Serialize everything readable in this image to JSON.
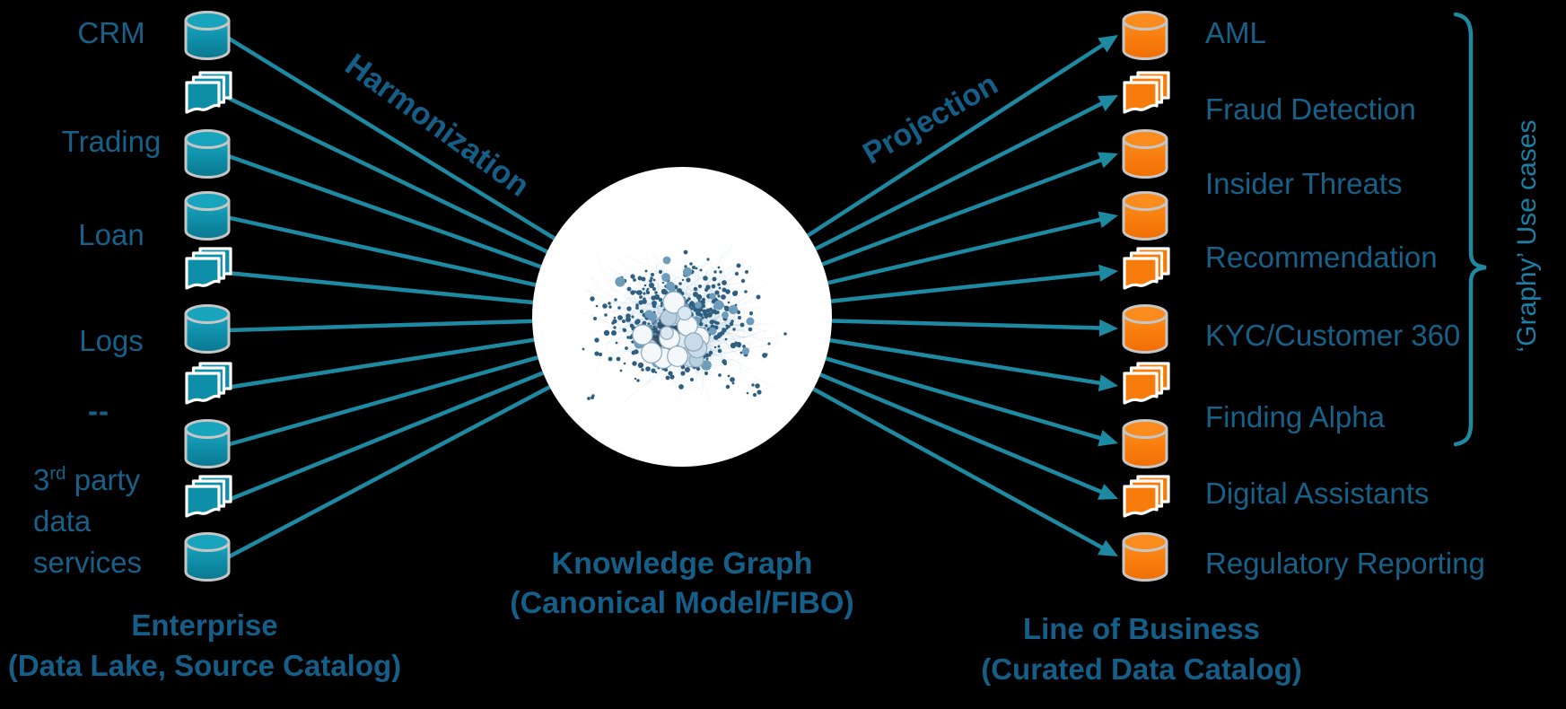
{
  "diagram": {
    "sources": {
      "labels": [
        "CRM",
        "Trading",
        "Loan",
        "Logs",
        "--"
      ],
      "third_party_label": {
        "base": "3",
        "sup": "rd",
        "rest": " party",
        "line2": "data",
        "line3": "services"
      },
      "footer": [
        "Enterprise",
        "(Data Lake, Source Catalog)"
      ],
      "icon_types": [
        "database",
        "documents",
        "database",
        "database",
        "documents",
        "database",
        "documents",
        "database",
        "documents",
        "database"
      ]
    },
    "knowledge_graph": {
      "flow_in_label": "Harmonization",
      "flow_out_label": "Projection",
      "title": [
        "Knowledge Graph",
        "(Canonical Model/FIBO)"
      ]
    },
    "use_cases": {
      "labels": [
        "AML",
        "Fraud Detection",
        "Insider Threats",
        "Recommendation",
        "KYC/Customer 360",
        "Finding Alpha",
        "Digital Assistants",
        "Regulatory Reporting"
      ],
      "icon_types": [
        "database",
        "documents",
        "database",
        "database",
        "documents",
        "database",
        "documents",
        "database",
        "documents",
        "database"
      ],
      "footer": [
        "Line of Business",
        "(Curated Data Catalog)"
      ],
      "bracket_label": "‘Graphy’ Use cases"
    },
    "colors": {
      "background": "#000000",
      "source_icon_fill": "#0F8EA8",
      "source_icon_top": "#18A4BC",
      "use_case_icon_fill": "#F87C0C",
      "use_case_icon_top": "#FA8B1D",
      "icon_border_gray": "#C6C6C6",
      "page_border_white": "#FFFFFF",
      "connector_teal": "#1E8AA2",
      "label_blue": "#176189",
      "title_blue": "#145E87",
      "graphy_teal": "#1B7FA6"
    }
  }
}
